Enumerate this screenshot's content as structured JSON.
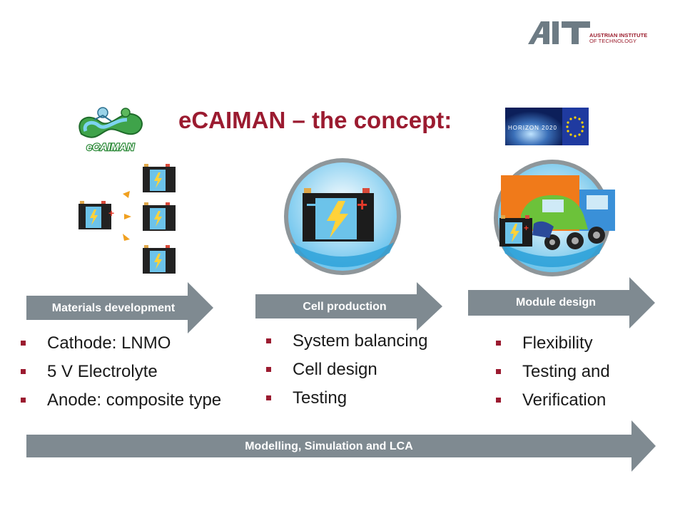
{
  "header": {
    "logo_mark": "AIT",
    "logo_line1": "AUSTRIAN INSTITUTE",
    "logo_line2": "OF TECHNOLOGY"
  },
  "title": "eCAIMAN – the concept:",
  "ecaiman_logo_text": "eCAIMAN",
  "horizon_logo_text": "HORIZON 2020",
  "stages": [
    {
      "label": "Materials development",
      "bullets": [
        "Cathode: LNMO",
        "5 V Electrolyte",
        "Anode: composite type"
      ]
    },
    {
      "label": "Cell production",
      "bullets": [
        "System balancing",
        "Cell design",
        "Testing"
      ]
    },
    {
      "label": "Module design",
      "bullets": [
        "Flexibility",
        "Testing and",
        "Verification"
      ]
    }
  ],
  "bottom_arrow": {
    "label": "Modelling, Simulation and LCA"
  },
  "colors": {
    "title": "#9b1b30",
    "bullet": "#9b1b30",
    "arrow": "#7f8a91",
    "ait_grey": "#6d7b84"
  }
}
